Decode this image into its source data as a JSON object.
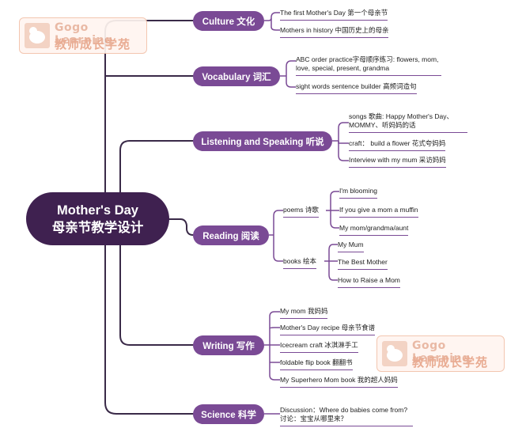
{
  "central": {
    "line1": "Mother's Day",
    "line2": "母亲节教学设计"
  },
  "watermark": {
    "line1": "Gogo Learning",
    "line2": "教师成长学苑"
  },
  "branches": [
    {
      "label": "Culture 文化",
      "items": [
        "The first Mother's Day 第一个母亲节",
        "Mothers in history 中国历史上的母亲"
      ]
    },
    {
      "label": "Vocabulary 词汇",
      "items": [
        "ABC order practice字母顺序练习: flowers, mom, love, special, present, grandma",
        "sight words sentence builder 高频词造句"
      ]
    },
    {
      "label": "Listening and Speaking 听说",
      "items": [
        "songs 歌曲: Happy Mother's Day、MOMMY、听妈妈的话",
        "craft： build a flower 花式夸妈妈",
        "Interview with my mum 采访妈妈"
      ]
    },
    {
      "label": "Reading 阅读",
      "groups": [
        {
          "label": "poems 诗歌",
          "items": [
            "I'm blooming",
            "If you give a mom a muffin",
            "My mom/grandma/aunt"
          ]
        },
        {
          "label": "books 绘本",
          "items": [
            "My Mum",
            "The Best Mother",
            "How to Raise a Mom"
          ]
        }
      ]
    },
    {
      "label": "Writing 写作",
      "items": [
        "My mom 我妈妈",
        "Mother's Day recipe 母亲节食谱",
        "Icecream craft 冰淇淋手工",
        "foldable flip book 翻翻书",
        "My Superhero Mom book 我的超人妈妈"
      ]
    },
    {
      "label": "Science 科学",
      "items": [
        "Discussion：Where do babies come from? 讨论：宝宝从哪里来？"
      ]
    }
  ]
}
